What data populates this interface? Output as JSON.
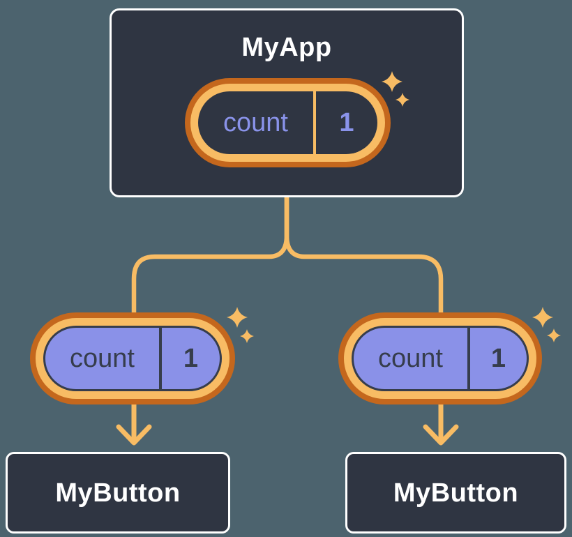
{
  "colors": {
    "page_bg": "#4C636E",
    "card_bg": "#2F3542",
    "card_border": "#FFFFFF",
    "orange_dark": "#C4671D",
    "orange_light": "#F8BC64",
    "purple": "#8A91E8",
    "ink": "#363D4C",
    "periwinkle": "#8A93EA",
    "title_text": "#FFFFFF"
  },
  "root_component": {
    "title": "MyApp",
    "state_pill": {
      "label": "count",
      "value": "1"
    }
  },
  "child_components": [
    {
      "title": "MyButton",
      "prop_pill": {
        "label": "count",
        "value": "1"
      }
    },
    {
      "title": "MyButton",
      "prop_pill": {
        "label": "count",
        "value": "1"
      }
    }
  ],
  "icons": {
    "sparkle": "four-point-star"
  }
}
